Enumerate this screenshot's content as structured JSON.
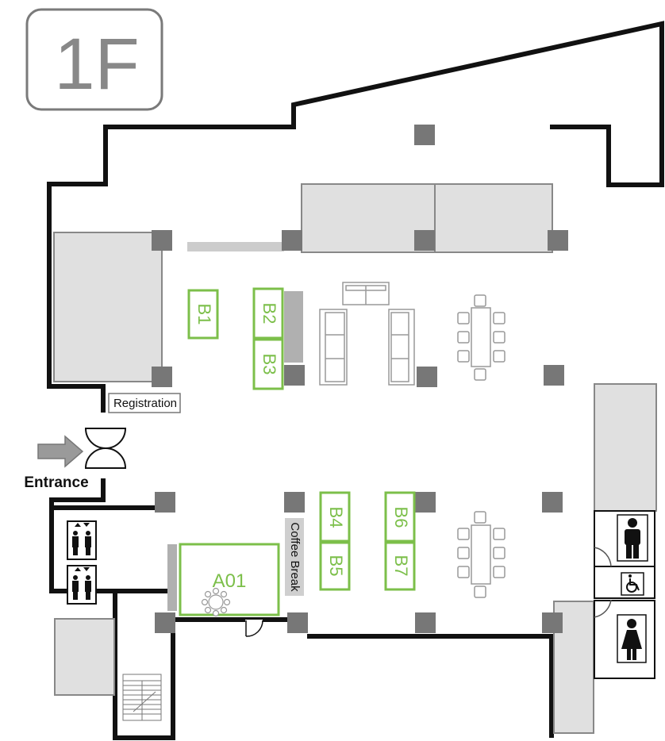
{
  "floor_badge": {
    "label": "1F"
  },
  "labels": {
    "registration": "Registration",
    "entrance": "Entrance",
    "coffee_break": "Coffee Break"
  },
  "booths": {
    "b1": "B1",
    "b2": "B2",
    "b3": "B3",
    "b4": "B4",
    "b5": "B5",
    "b6": "B6",
    "b7": "B7",
    "a01": "A01"
  },
  "icons": [
    "elevator-icon",
    "male-restroom-icon",
    "female-restroom-icon",
    "wheelchair-accessible-icon",
    "entrance-arrow-icon",
    "staircase-icon"
  ],
  "colors": {
    "wall": "#111111",
    "room_fill": "#e0e0e0",
    "pillar": "#777777",
    "booth_accent": "#7cbf4a",
    "badge_border": "#7a7a7a"
  }
}
